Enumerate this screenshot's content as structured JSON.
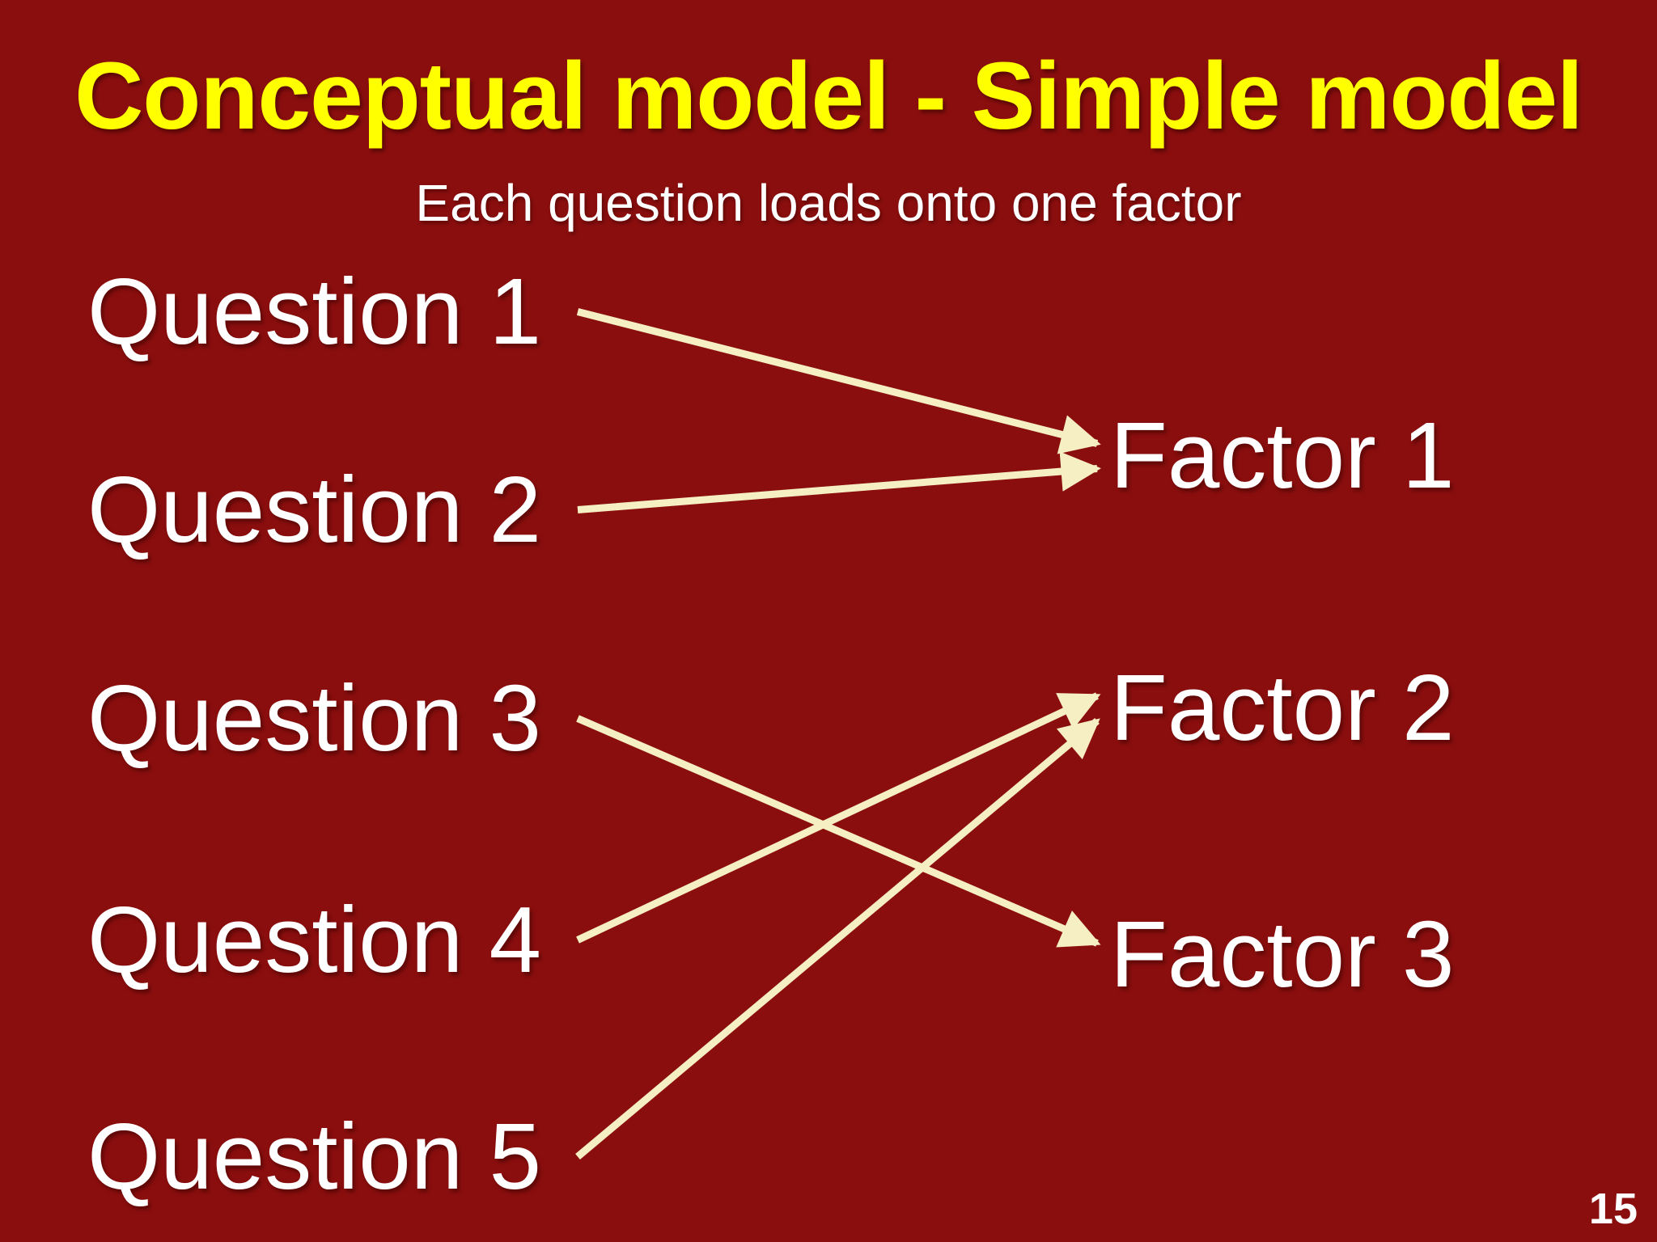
{
  "slide": {
    "title": "Conceptual model - Simple model",
    "subtitle": "Each question loads onto one factor",
    "page_number": "15"
  },
  "colors": {
    "background": "#8B0E0E",
    "title_text": "#FFFF00",
    "body_text": "#FFFFFF",
    "arrow": "#F6EFC4"
  },
  "diagram": {
    "questions": [
      {
        "id": "q1",
        "label": "Question 1"
      },
      {
        "id": "q2",
        "label": "Question 2"
      },
      {
        "id": "q3",
        "label": "Question 3"
      },
      {
        "id": "q4",
        "label": "Question 4"
      },
      {
        "id": "q5",
        "label": "Question 5"
      }
    ],
    "factors": [
      {
        "id": "f1",
        "label": "Factor 1"
      },
      {
        "id": "f2",
        "label": "Factor 2"
      },
      {
        "id": "f3",
        "label": "Factor 3"
      }
    ],
    "connections": [
      {
        "from": "q1",
        "to": "f1"
      },
      {
        "from": "q2",
        "to": "f1"
      },
      {
        "from": "q3",
        "to": "f3"
      },
      {
        "from": "q4",
        "to": "f2"
      },
      {
        "from": "q5",
        "to": "f2"
      }
    ]
  }
}
